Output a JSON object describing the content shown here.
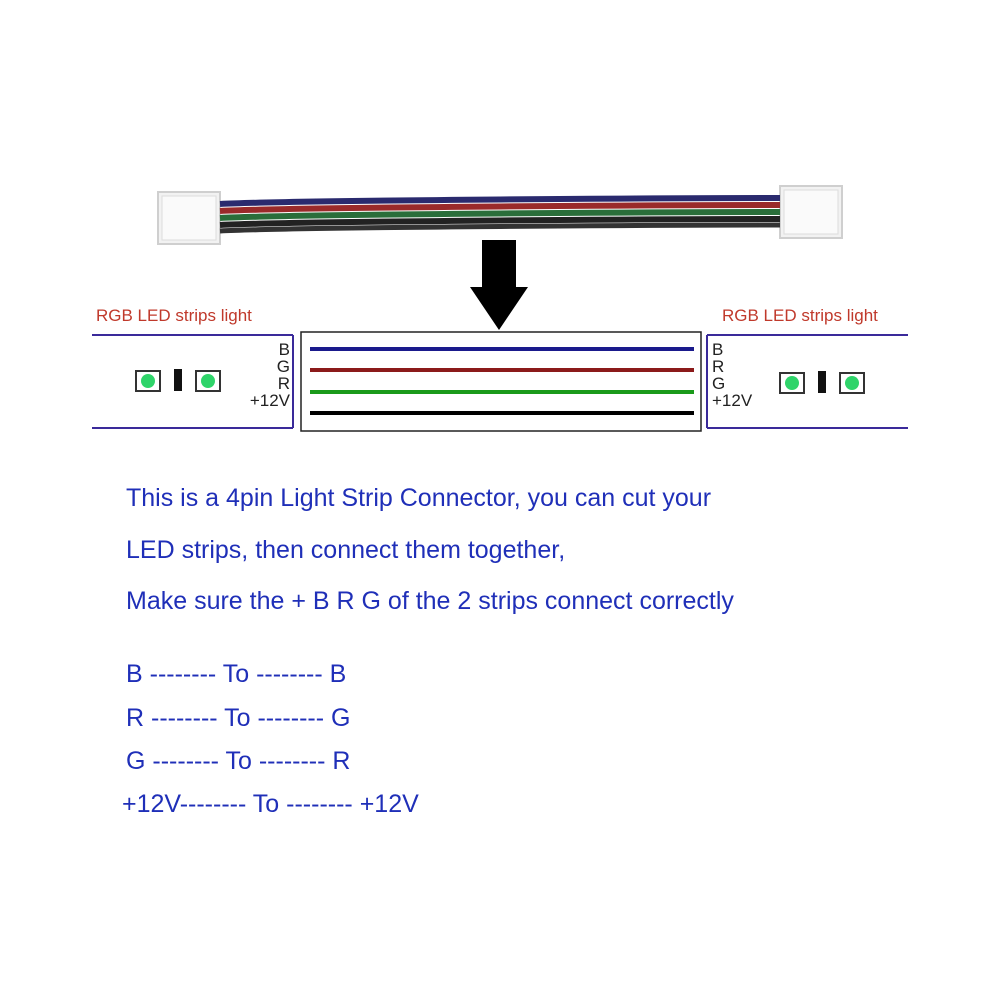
{
  "strips": {
    "left": {
      "title": "RGB LED strips light",
      "pins": [
        "B",
        "G",
        "R",
        "+12V"
      ]
    },
    "right": {
      "title": "RGB LED strips light",
      "pins": [
        "B",
        "R",
        "G",
        "+12V"
      ]
    }
  },
  "wire_colors": {
    "blue": "#1a1a8c",
    "red": "#8b1a1a",
    "green": "#1a9a1a",
    "black": "#000000"
  },
  "border_color": "#3a2a9a",
  "led_color": "#2fd46a",
  "description": {
    "line1": "This is a 4pin Light Strip Connector, you can cut your",
    "line2": "LED strips, then connect them together,",
    "line3": "Make sure the + B R G  of the 2 strips connect correctly"
  },
  "mapping": [
    "B -------- To -------- B",
    "R -------- To -------- G",
    "G -------- To -------- R",
    "+12V-------- To -------- +12V"
  ]
}
